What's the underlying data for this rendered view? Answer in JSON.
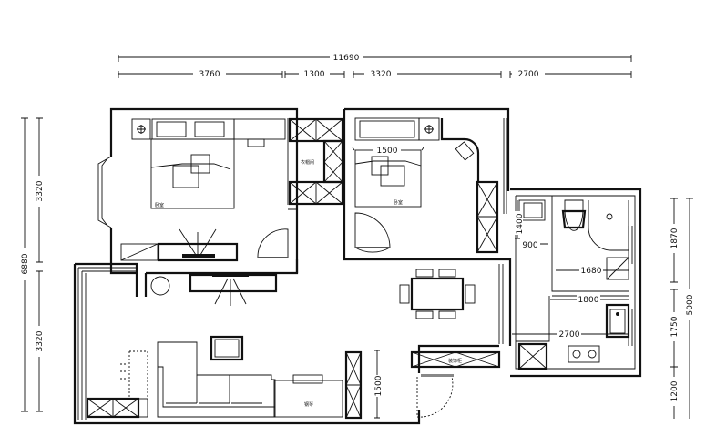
{
  "plan": {
    "top_dimensions": {
      "overall": "11690",
      "segments": [
        "3760",
        "1300",
        "3320",
        "2700"
      ]
    },
    "left_dimensions": {
      "overall": "6880",
      "segments": [
        "3320",
        "3320"
      ]
    },
    "right_dimensions": {
      "overall": "5000",
      "segments": [
        "1870",
        "1750",
        "1200"
      ]
    },
    "interior_dimensions": {
      "bed_width": "1500",
      "corridor_depth": "1400",
      "corridor_width": "900",
      "bath_width": "1680",
      "hall_width": "1800",
      "kitchen_width": "2700",
      "entry_width": "1500"
    },
    "room_labels": {
      "master_bedroom": "卧室",
      "walk_in_closet": "衣帽间",
      "second_bedroom": "卧室",
      "entry_cabinet": "装饰柜",
      "piano": "钢琴"
    }
  }
}
